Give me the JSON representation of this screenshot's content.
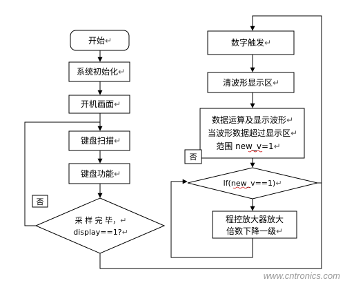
{
  "nodes": {
    "start": "开始",
    "init": "系统初始化",
    "boot_screen": "开机画面",
    "key_scan": "键盘扫描",
    "key_func": "键盘功能",
    "sample_done_1": "采 样 完 毕，",
    "sample_done_2": "display==1?",
    "digital_trigger": "数字触发",
    "clear_wave": "清波形显示区",
    "compute_1": "数据运算及显示波形",
    "compute_2": "当波形数据超过显示区",
    "compute_3": "范围 new_v=1",
    "if_new_v": "If(new_v==1)",
    "gain_1": "程控放大器放大",
    "gain_2": "倍数下降一级"
  },
  "labels": {
    "no_left": "否",
    "no_right": "否"
  },
  "paragraph_mark": "↵",
  "watermark": "www.cntronics.com",
  "colors": {
    "line": "#000000",
    "underline": "#cc0000",
    "watermark": "#9a9a9a"
  }
}
